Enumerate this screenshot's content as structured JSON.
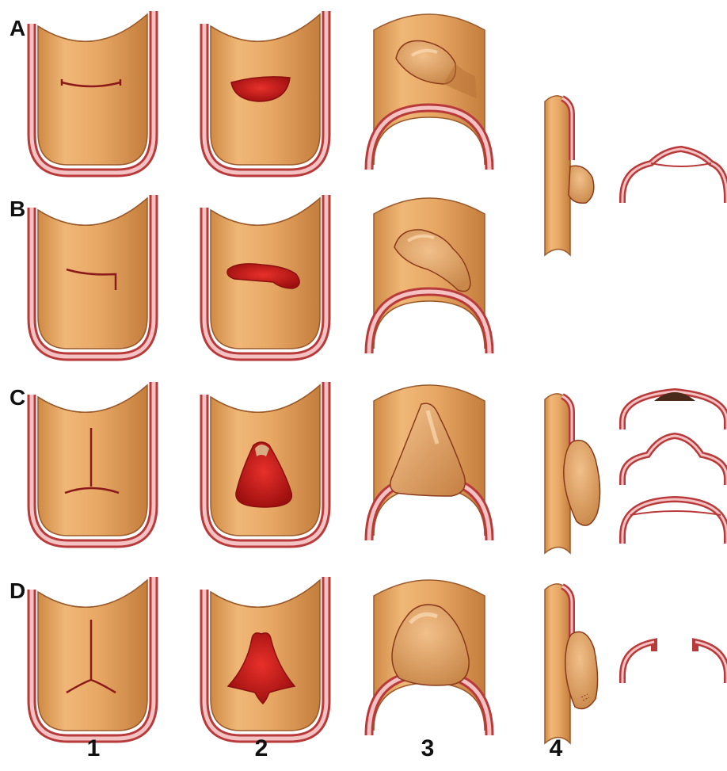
{
  "figure": {
    "rows": [
      {
        "label": "A"
      },
      {
        "label": "B"
      },
      {
        "label": "C"
      },
      {
        "label": "D"
      }
    ],
    "columns": [
      {
        "label": "1"
      },
      {
        "label": "2"
      },
      {
        "label": "3"
      },
      {
        "label": "4"
      }
    ]
  },
  "colors": {
    "vessel_fill": "#e8a865",
    "vessel_shade": "#c98040",
    "wall_outer": "#b83a3a",
    "wall_inner": "#f4c2c2",
    "defect_red": "#c41a1a",
    "patch_fill": "#dba068"
  }
}
